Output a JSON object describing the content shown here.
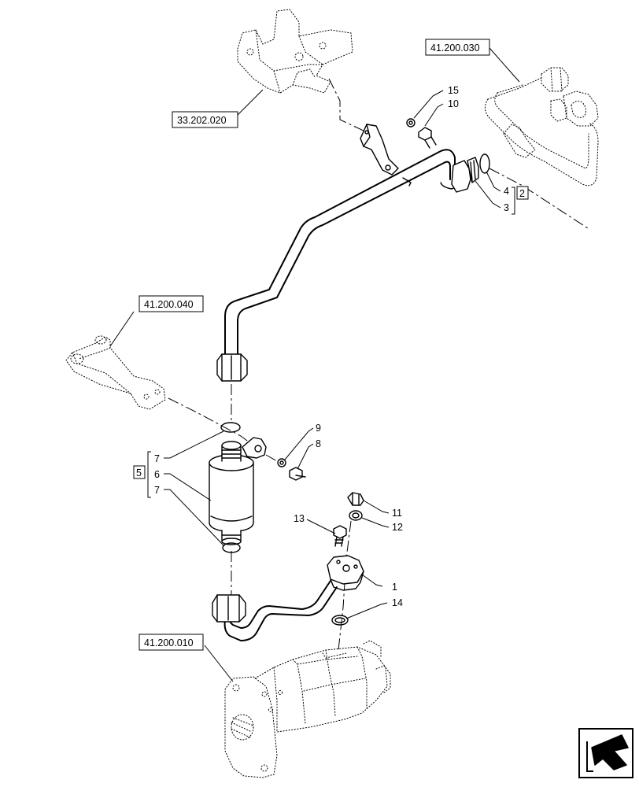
{
  "references": {
    "top_left": "33.202.020",
    "top_right": "41.200.030",
    "middle_left": "41.200.040",
    "bottom_left": "41.200.010"
  },
  "callouts": {
    "c15": "15",
    "c10": "10",
    "c4": "4",
    "c3": "3",
    "c9": "9",
    "c8": "8",
    "c7a": "7",
    "c6": "6",
    "c7b": "7",
    "c11": "11",
    "c12": "12",
    "c13": "13",
    "c1": "1",
    "c14": "14"
  },
  "groups": {
    "g2": "2",
    "g5": "5"
  },
  "icons": {
    "nav": "arrow-nav-icon"
  }
}
